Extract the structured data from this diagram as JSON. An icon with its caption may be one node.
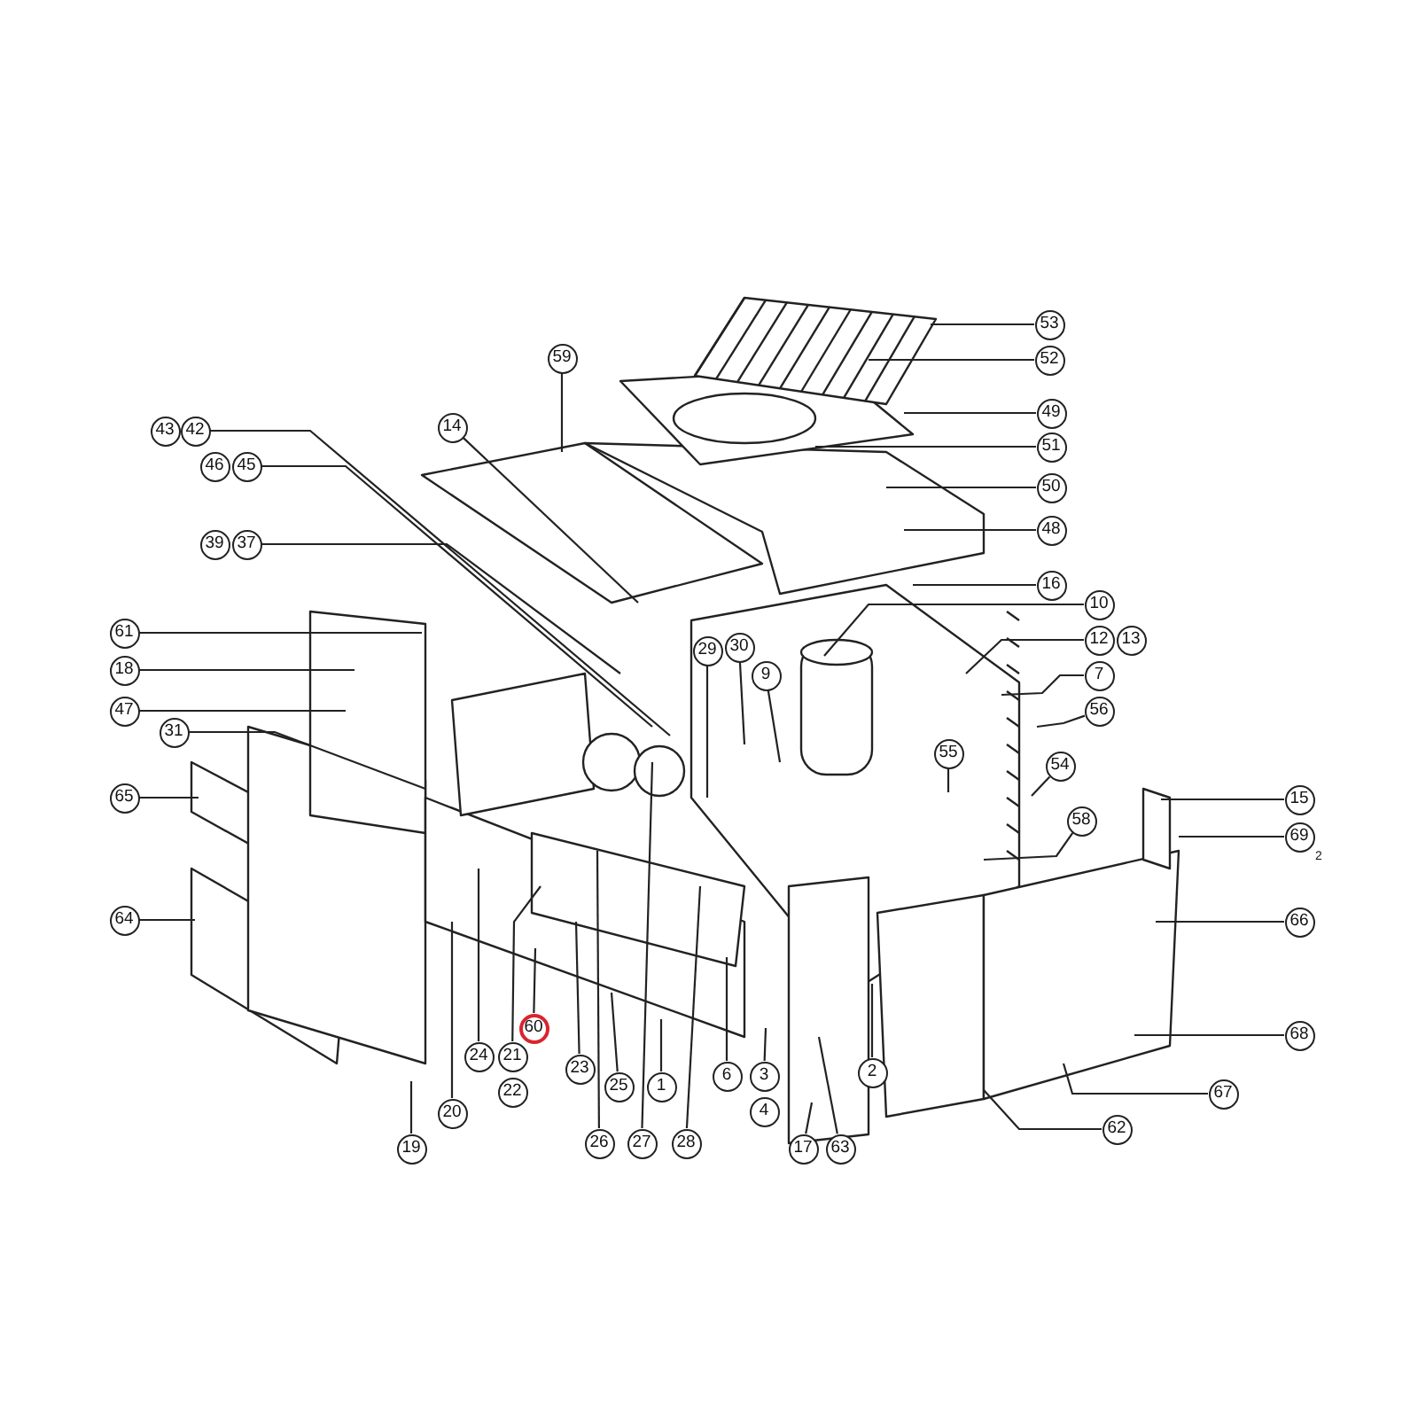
{
  "diagram": {
    "nodes": [
      {
        "text": [
          "53"
        ]
      },
      {
        "text": [
          "59"
        ]
      },
      {
        "text": [
          "52"
        ]
      },
      {
        "text": [
          "49"
        ]
      },
      {
        "text": [
          "14"
        ]
      },
      {
        "text": [
          "43"
        ]
      },
      {
        "text": [
          "42"
        ]
      },
      {
        "text": [
          "51"
        ]
      },
      {
        "text": [
          "46"
        ]
      },
      {
        "text": [
          "45"
        ]
      },
      {
        "text": [
          "50"
        ]
      },
      {
        "text": [
          "48"
        ]
      },
      {
        "text": [
          "39"
        ]
      },
      {
        "text": [
          "37"
        ]
      },
      {
        "text": [
          "16"
        ]
      },
      {
        "text": [
          "10"
        ]
      },
      {
        "text": [
          "61"
        ]
      },
      {
        "text": [
          "12"
        ]
      },
      {
        "text": [
          "13"
        ]
      },
      {
        "text": [
          "30"
        ]
      },
      {
        "text": [
          "29"
        ]
      },
      {
        "text": [
          "18"
        ]
      },
      {
        "text": [
          "9"
        ]
      },
      {
        "text": [
          "7"
        ]
      },
      {
        "text": [
          "47"
        ]
      },
      {
        "text": [
          "56"
        ]
      },
      {
        "text": [
          "31"
        ]
      },
      {
        "text": [
          "55"
        ]
      },
      {
        "text": [
          "54"
        ]
      },
      {
        "text": [
          "65"
        ]
      },
      {
        "text": [
          "15"
        ]
      },
      {
        "text": [
          "58"
        ]
      },
      {
        "text": [
          "69"
        ]
      },
      {
        "text": [
          "64"
        ]
      },
      {
        "text": [
          "66"
        ]
      },
      {
        "text": [
          "60"
        ]
      },
      {
        "text": [
          "68"
        ]
      },
      {
        "text": [
          "21"
        ]
      },
      {
        "text": [
          "24"
        ]
      },
      {
        "text": [
          "23"
        ]
      },
      {
        "text": [
          "6"
        ]
      },
      {
        "text": [
          "3"
        ]
      },
      {
        "text": [
          "2"
        ]
      },
      {
        "text": [
          "25"
        ]
      },
      {
        "text": [
          "1"
        ]
      },
      {
        "text": [
          "22"
        ]
      },
      {
        "text": [
          "67"
        ]
      },
      {
        "text": [
          "4"
        ]
      },
      {
        "text": [
          "20"
        ]
      },
      {
        "text": [
          "26"
        ]
      },
      {
        "text": [
          "27"
        ]
      },
      {
        "text": [
          "28"
        ]
      },
      {
        "text": [
          "62"
        ]
      },
      {
        "text": [
          "19"
        ]
      },
      {
        "text": [
          "17"
        ]
      },
      {
        "text": [
          "63"
        ]
      }
    ],
    "edges": [
      {
        "from": 0,
        "to": null,
        "arrow": "none"
      },
      {
        "from": 1,
        "to": null,
        "arrow": "none"
      },
      {
        "from": 2,
        "to": null,
        "arrow": "none"
      },
      {
        "from": 3,
        "to": null,
        "arrow": "none"
      },
      {
        "from": 4,
        "to": null,
        "arrow": "none"
      },
      {
        "from": 6,
        "to": null,
        "arrow": "none"
      },
      {
        "from": 7,
        "to": null,
        "arrow": "none"
      },
      {
        "from": 9,
        "to": null,
        "arrow": "none"
      },
      {
        "from": 10,
        "to": null,
        "arrow": "none"
      },
      {
        "from": 11,
        "to": null,
        "arrow": "none"
      },
      {
        "from": 13,
        "to": null,
        "arrow": "none"
      },
      {
        "from": 14,
        "to": null,
        "arrow": "none"
      },
      {
        "from": 15,
        "to": null,
        "arrow": "none"
      },
      {
        "from": 16,
        "to": null,
        "arrow": "none"
      },
      {
        "from": 17,
        "to": null,
        "arrow": "none"
      },
      {
        "from": 19,
        "to": null,
        "arrow": "none"
      },
      {
        "from": 20,
        "to": null,
        "arrow": "none"
      },
      {
        "from": 21,
        "to": null,
        "arrow": "none"
      },
      {
        "from": 22,
        "to": null,
        "arrow": "none"
      },
      {
        "from": 23,
        "to": null,
        "arrow": "none"
      },
      {
        "from": 24,
        "to": null,
        "arrow": "none"
      },
      {
        "from": 25,
        "to": null,
        "arrow": "none"
      },
      {
        "from": 26,
        "to": null,
        "arrow": "none"
      },
      {
        "from": 27,
        "to": null,
        "arrow": "none"
      },
      {
        "from": 28,
        "to": null,
        "arrow": "none"
      },
      {
        "from": 29,
        "to": null,
        "arrow": "none"
      },
      {
        "from": 30,
        "to": null,
        "arrow": "none"
      },
      {
        "from": 31,
        "to": null,
        "arrow": "none"
      },
      {
        "from": 32,
        "to": null,
        "arrow": "none"
      },
      {
        "from": 33,
        "to": null,
        "arrow": "none"
      },
      {
        "from": 34,
        "to": null,
        "arrow": "none"
      },
      {
        "from": 35,
        "to": null,
        "arrow": "none"
      },
      {
        "from": 36,
        "to": null,
        "arrow": "none"
      },
      {
        "from": 37,
        "to": null,
        "arrow": "none"
      },
      {
        "from": 38,
        "to": null,
        "arrow": "none"
      },
      {
        "from": 39,
        "to": null,
        "arrow": "none"
      },
      {
        "from": 40,
        "to": null,
        "arrow": "none"
      },
      {
        "from": 41,
        "to": null,
        "arrow": "none"
      },
      {
        "from": 42,
        "to": null,
        "arrow": "none"
      },
      {
        "from": 43,
        "to": null,
        "arrow": "none"
      },
      {
        "from": 44,
        "to": null,
        "arrow": "none"
      },
      {
        "from": 46,
        "to": null,
        "arrow": "none"
      },
      {
        "from": 48,
        "to": null,
        "arrow": "none"
      },
      {
        "from": 49,
        "to": null,
        "arrow": "none"
      },
      {
        "from": 50,
        "to": null,
        "arrow": "none"
      },
      {
        "from": 51,
        "to": null,
        "arrow": "none"
      },
      {
        "from": 52,
        "to": null,
        "arrow": "none"
      },
      {
        "from": 53,
        "to": null,
        "arrow": "none"
      },
      {
        "from": 54,
        "to": null,
        "arrow": "none"
      },
      {
        "from": 55,
        "to": null,
        "arrow": "none"
      }
    ],
    "labels": [
      "2"
    ]
  }
}
